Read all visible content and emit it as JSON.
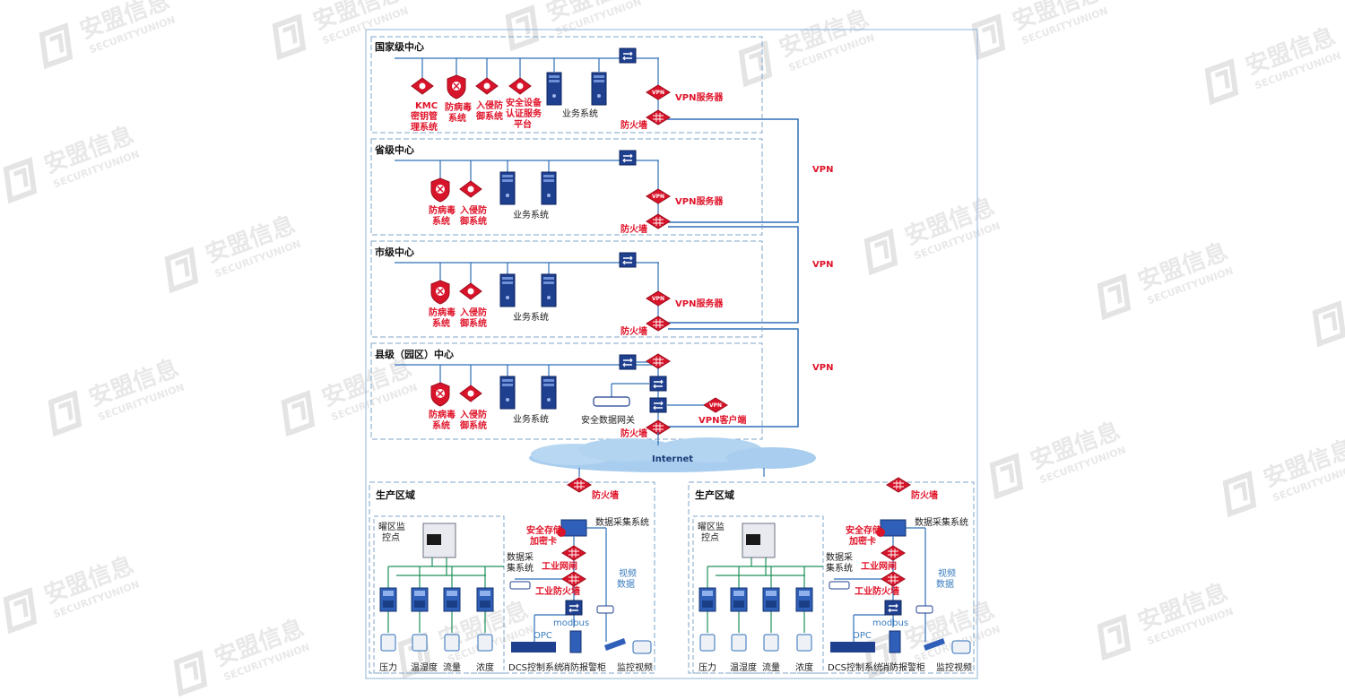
{
  "watermark": {
    "brand": "安盟信息",
    "sub": "SECURITYUNION"
  },
  "centers": [
    {
      "title": "国家级中心",
      "items": [
        "KMC密钥管理系统",
        "防病毒系统",
        "入侵防御系统",
        "安全设备认证服务平台",
        "业务系统"
      ],
      "vpn_label": "VPN服务器",
      "firewall_label": "防火墙"
    },
    {
      "title": "省级中心",
      "items": [
        "防病毒系统",
        "入侵防御系统",
        "业务系统"
      ],
      "vpn_label": "VPN服务器",
      "firewall_label": "防火墙"
    },
    {
      "title": "市级中心",
      "items": [
        "防病毒系统",
        "入侵防御系统",
        "业务系统"
      ],
      "vpn_label": "VPN服务器",
      "firewall_label": "防火墙"
    },
    {
      "title": "县级（园区）中心",
      "items": [
        "防病毒系统",
        "入侵防御系统",
        "业务系统"
      ],
      "gateway_label": "安全数据网关",
      "vpn_client_label": "VPN客户端",
      "firewall_label": "防火墙"
    }
  ],
  "labels": {
    "kmc": [
      "KMC",
      "密钥管",
      "理系统"
    ],
    "av": [
      "防病毒",
      "系统"
    ],
    "ips": [
      "入侵防",
      "御系统"
    ],
    "ips_national": [
      "入侵防",
      "御系统"
    ],
    "cert": [
      "安全设备",
      "认证服务",
      "平台"
    ],
    "biz": "业务系统",
    "vpn_badge": "VPN"
  },
  "vpn_links": [
    "VPN",
    "VPN",
    "VPN"
  ],
  "internet_label": "Internet",
  "production": {
    "title": "生产区域",
    "firewall_label": "防火墙",
    "monitor_point": [
      "曜区监",
      "控点"
    ],
    "data_collect_system": "数据采集系统",
    "data_collect_short": [
      "数据采",
      "集系统"
    ],
    "storage_card": [
      "安全存储",
      "加密卡"
    ],
    "industrial_gateway": "工业网闸",
    "industrial_firewall": "工业防火墙",
    "video_data": [
      "视频",
      "数据"
    ],
    "modbus": "modbus",
    "opc": "OPC",
    "sensors": [
      "压力",
      "温湿度",
      "流量",
      "浓度"
    ],
    "dcs": "DCS控制系统",
    "fire_alarm": "消防报警柜",
    "video_monitor": "监控视频"
  }
}
